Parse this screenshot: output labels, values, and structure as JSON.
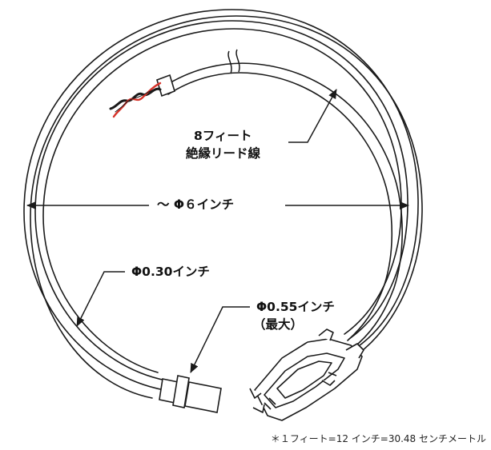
{
  "labels": {
    "lead_wire_length": "8フィート",
    "lead_wire_type": "絶縁リード線",
    "coil_diameter": "～ Φ６インチ",
    "cable_diameter": "Φ0.30インチ",
    "connector_diameter": "Φ0.55インチ",
    "connector_diameter_note": "（最大）"
  },
  "footnote": "＊１フィート=12 インチ=30.48 センチメートル",
  "colors": {
    "line": "#1a1a1a",
    "wire_red": "#d6332a",
    "background": "#ffffff"
  }
}
